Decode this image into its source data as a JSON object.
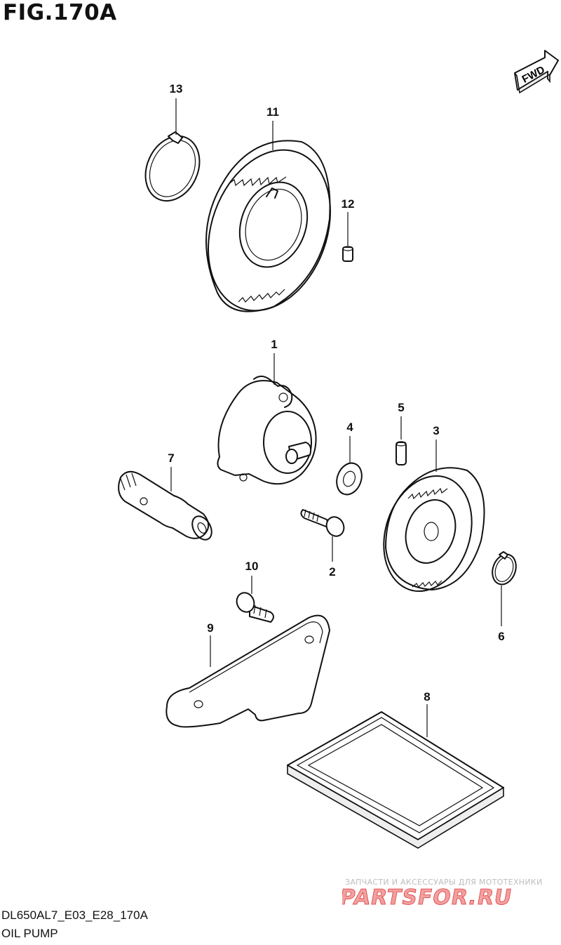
{
  "figure": {
    "title": "FIG.170A"
  },
  "direction": {
    "label": "FWD"
  },
  "callouts": [
    "13",
    "11",
    "12",
    "1",
    "5",
    "4",
    "3",
    "7",
    "2",
    "10",
    "6",
    "9",
    "8"
  ],
  "footer": {
    "code": "DL650AL7_E03_E28_170A",
    "name": "OIL PUMP"
  },
  "watermark": {
    "tagline": "ЗАПЧАСТИ И АКСЕССУАРЫ ДЛЯ МОТОТЕХНИКИ",
    "logo_text": "PARTSFOR.RU",
    "color": "#e03a3a"
  }
}
